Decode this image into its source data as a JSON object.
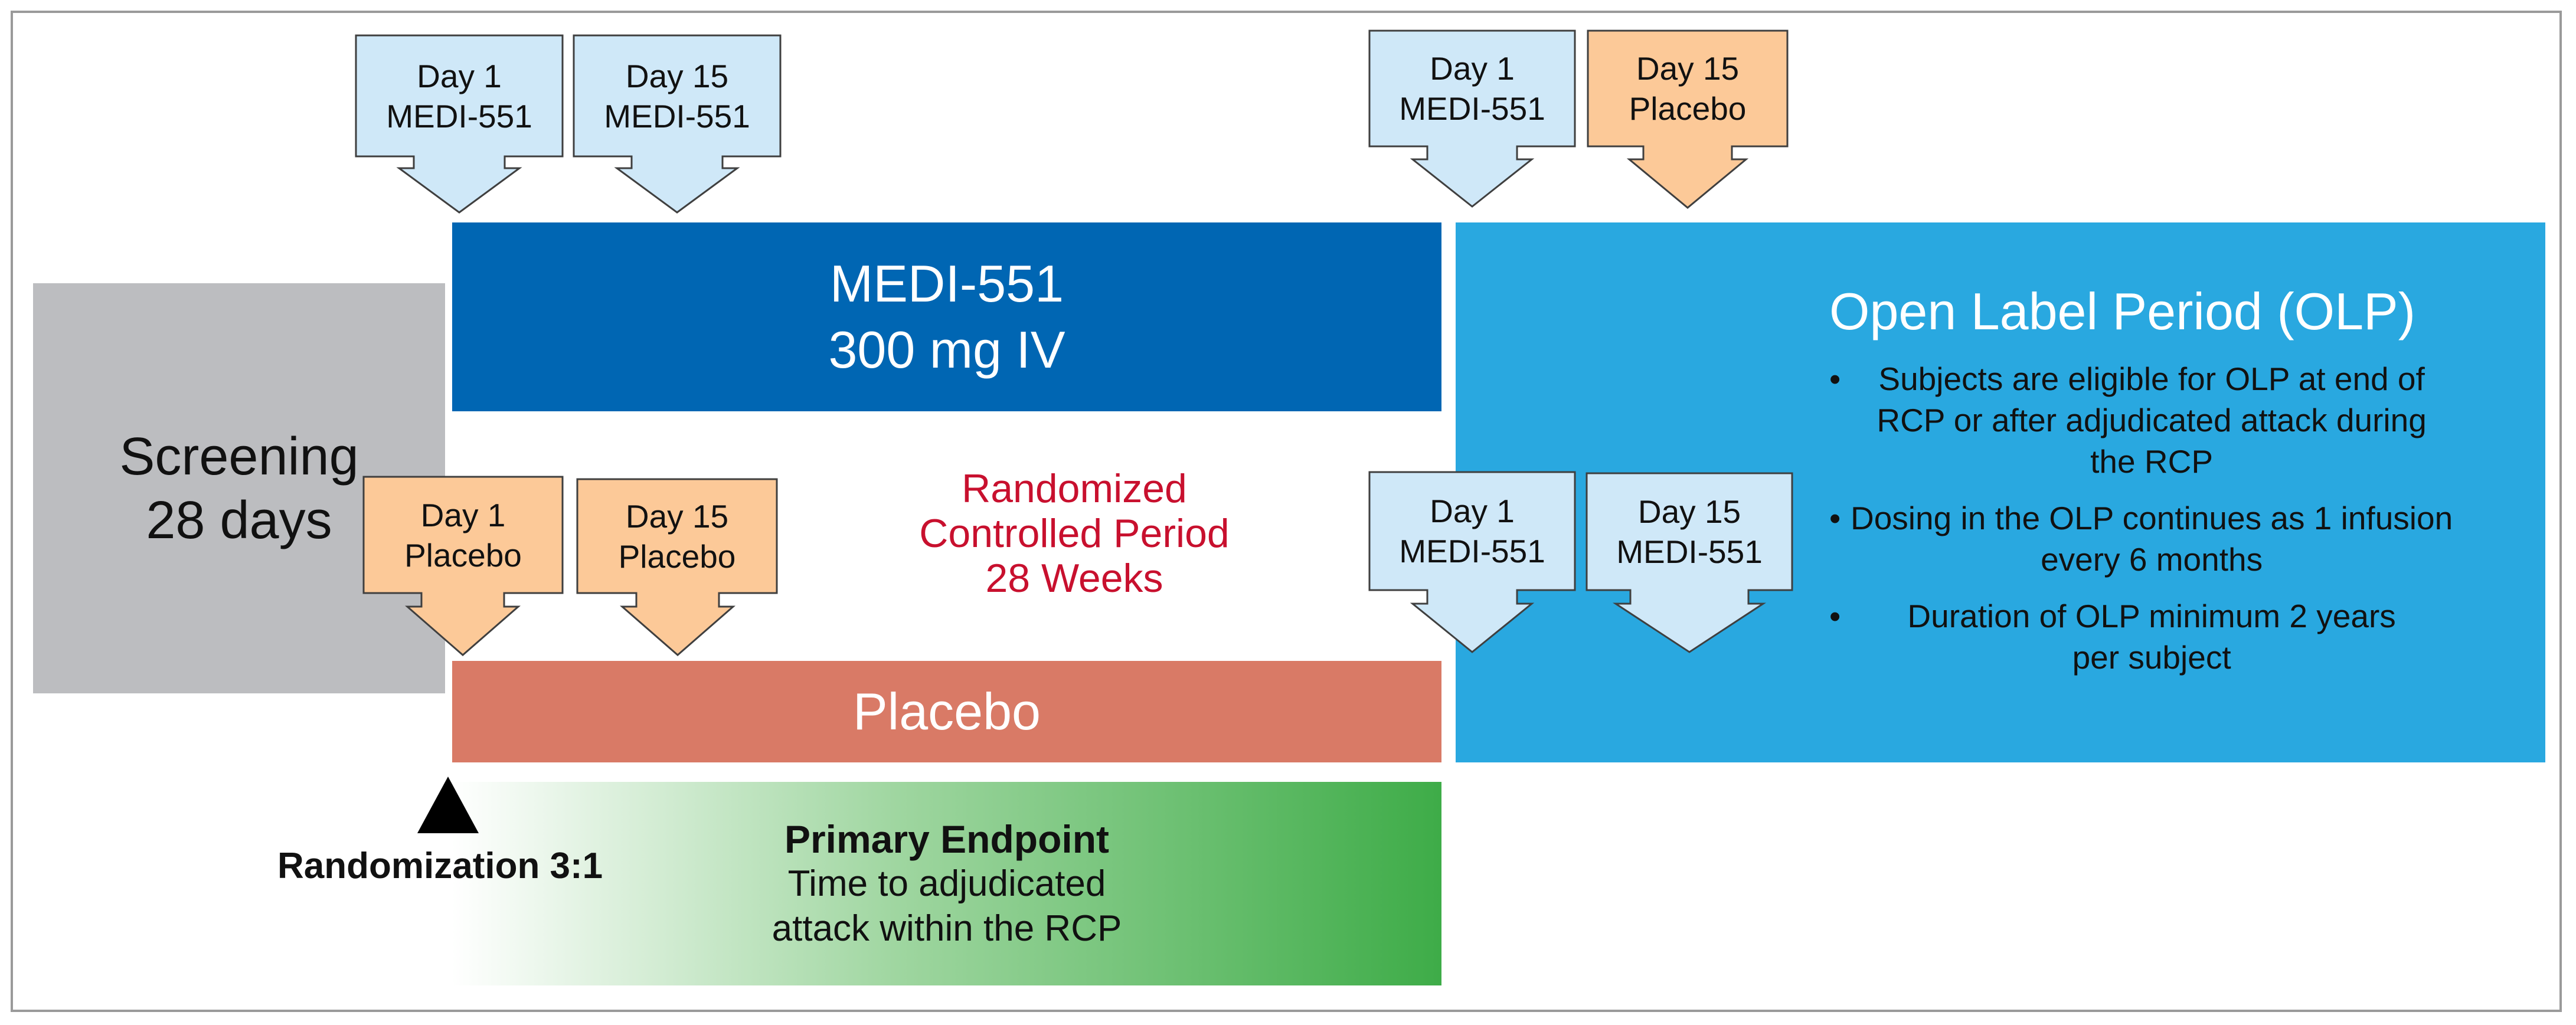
{
  "screening": {
    "line1": "Screening",
    "line2": "28 days"
  },
  "medi_arm": {
    "line1": "MEDI-551",
    "line2": "300 mg IV"
  },
  "placebo_arm": {
    "label": "Placebo"
  },
  "rcp": {
    "line1": "Randomized",
    "line2": "Controlled Period",
    "line3": "28 Weeks"
  },
  "olp": {
    "title": "Open Label Period (OLP)",
    "bullets": [
      "Subjects are eligible for OLP at end of\nRCP or after adjudicated attack during\nthe RCP",
      "Dosing in the OLP continues as 1 infusion\nevery 6 months",
      "Duration of OLP minimum 2 years\nper subject"
    ]
  },
  "primary_endpoint": {
    "title": "Primary Endpoint",
    "line1": "Time to adjudicated",
    "line2": "attack within the RCP"
  },
  "randomization": {
    "label": "Randomization 3:1"
  },
  "callouts": {
    "rcp_medi_day1": {
      "line1": "Day 1",
      "line2": "MEDI-551"
    },
    "rcp_medi_day15": {
      "line1": "Day 15",
      "line2": "MEDI-551"
    },
    "olp_top_day1": {
      "line1": "Day 1",
      "line2": "MEDI-551"
    },
    "olp_top_day15": {
      "line1": "Day 15",
      "line2": "Placebo"
    },
    "rcp_placebo_day1": {
      "line1": "Day 1",
      "line2": "Placebo"
    },
    "rcp_placebo_day15": {
      "line1": "Day 15",
      "line2": "Placebo"
    },
    "olp_bottom_day1": {
      "line1": "Day 1",
      "line2": "MEDI-551"
    },
    "olp_bottom_day15": {
      "line1": "Day 15",
      "line2": "MEDI-551"
    }
  },
  "colors": {
    "medi_callout": "#cfe8f8",
    "placebo_callout": "#fcc998",
    "medi_bar": "#0066b3",
    "placebo_bar": "#d97a66",
    "olp_panel": "#29a8e0",
    "screening_panel": "#bcbdc0",
    "rcp_text": "#c8102e",
    "endpoint_green": "#3eac48"
  }
}
